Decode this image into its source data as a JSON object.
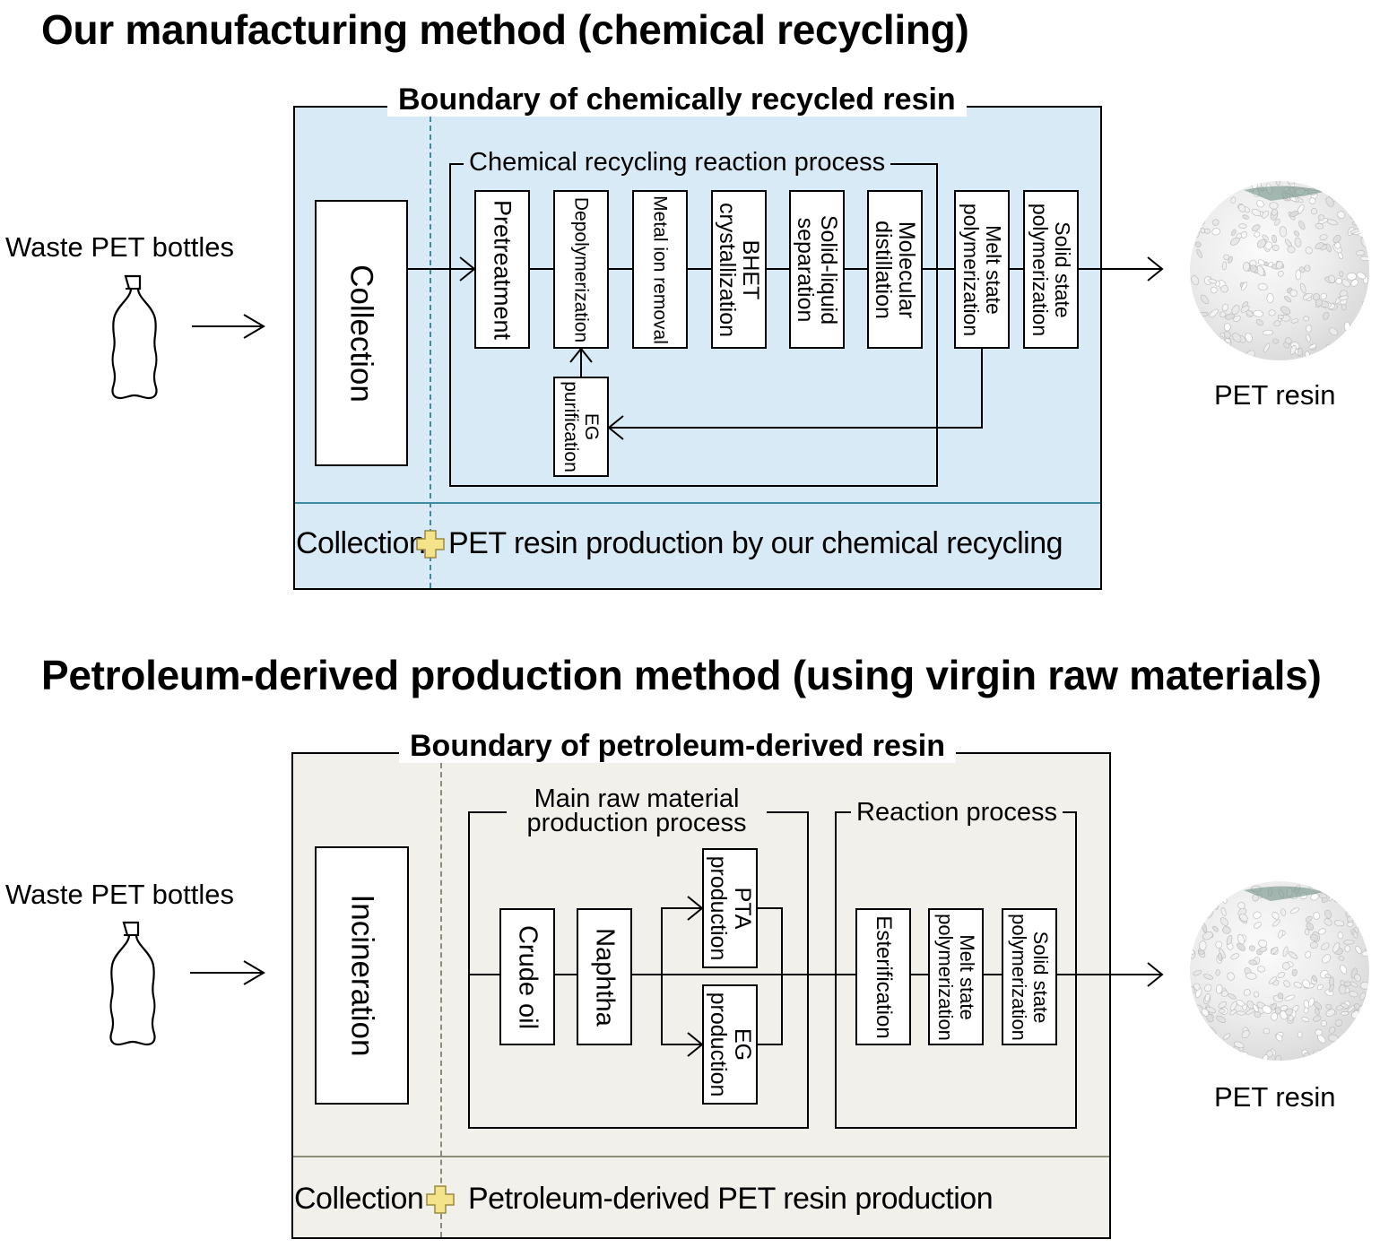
{
  "titles": {
    "chemical": "Our manufacturing method (chemical recycling)",
    "petroleum": "Petroleum-derived production method (using virgin raw materials)"
  },
  "chemical": {
    "boundary_label": "Boundary of chemically recycled resin",
    "input_label": "Waste PET bottles",
    "output_label": "PET resin",
    "collection_label": "Collection",
    "group_label": "Chemical recycling reaction process",
    "steps": [
      "Pretreatment",
      "Depolymerization",
      "Metal ion removal",
      "BHET crystallization",
      "Solid-liquid separation",
      "Molecular distillation",
      "Melt state polymerization",
      "Solid state polymerization"
    ],
    "recycle_step": "EG purification",
    "footer": {
      "left": "Collection",
      "right": "PET resin production by our chemical recycling"
    }
  },
  "petroleum": {
    "boundary_label": "Boundary of petroleum-derived resin",
    "input_label": "Waste PET bottles",
    "output_label": "PET resin",
    "incineration_label": "Incineration",
    "raw_group_label": "Main raw material production process",
    "reaction_group_label": "Reaction process",
    "raw_steps": [
      "Crude oil",
      "Naphtha"
    ],
    "branch_steps": [
      "PTA production",
      "EG production"
    ],
    "reaction_steps": [
      "Esterification",
      "Melt state polymerization",
      "Solid state polymerization"
    ],
    "footer": {
      "left": "Collection",
      "right": "Petroleum-derived PET resin production"
    }
  },
  "icons": {
    "bottle": "pet-bottle-icon",
    "pellets": "pet-resin-pellets-image",
    "plus": "plus-icon"
  },
  "colors": {
    "chemical_panel": "#d9eaf7",
    "petroleum_panel": "#f1f0ea",
    "plus": "#f4e38a"
  }
}
